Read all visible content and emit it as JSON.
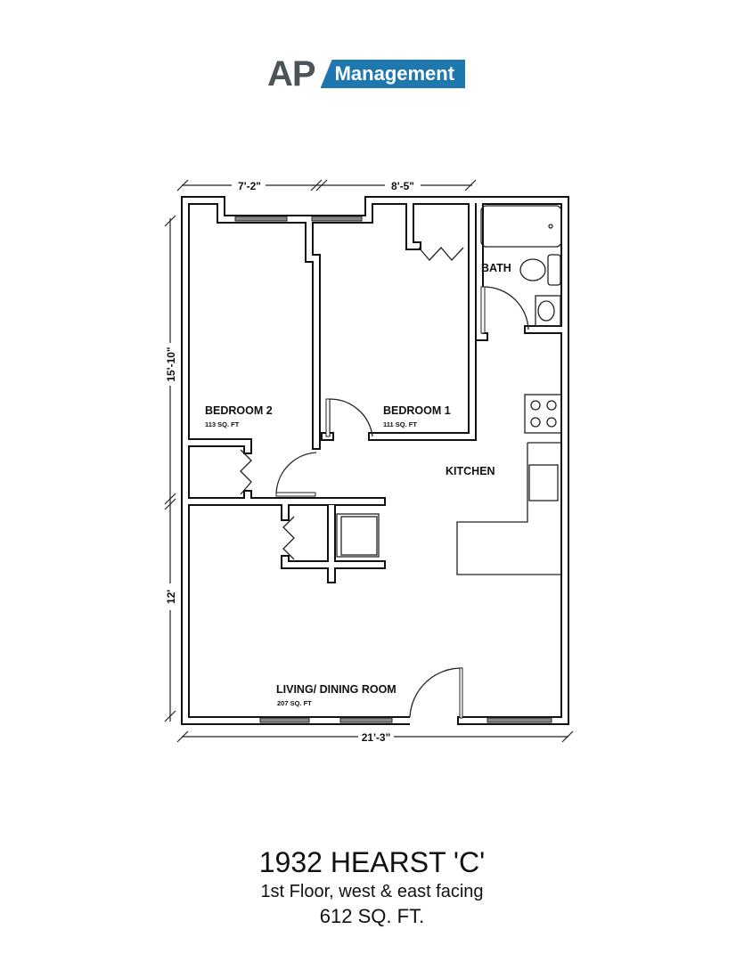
{
  "logo": {
    "ap": "AP",
    "management": "Management",
    "brand_color": "#1f78ad",
    "ap_color": "#4a5459"
  },
  "dimensions": {
    "top_left": "7'-2\"",
    "top_right": "8'-5\"",
    "left_upper": "15'-10\"",
    "left_lower": "12'",
    "bottom": "21'-3\""
  },
  "rooms": {
    "bedroom2": {
      "name": "BEDROOM 2",
      "area": "113 SQ. FT"
    },
    "bedroom1": {
      "name": "BEDROOM 1",
      "area": "111 SQ. FT"
    },
    "bath": {
      "name": "BATH"
    },
    "kitchen": {
      "name": "KITCHEN"
    },
    "living": {
      "name": "LIVING/ DINING ROOM",
      "area": "207 SQ. FT"
    }
  },
  "title": {
    "name": "1932 HEARST 'C'",
    "subtitle": "1st Floor, west & east facing",
    "area": "612 SQ. FT."
  }
}
